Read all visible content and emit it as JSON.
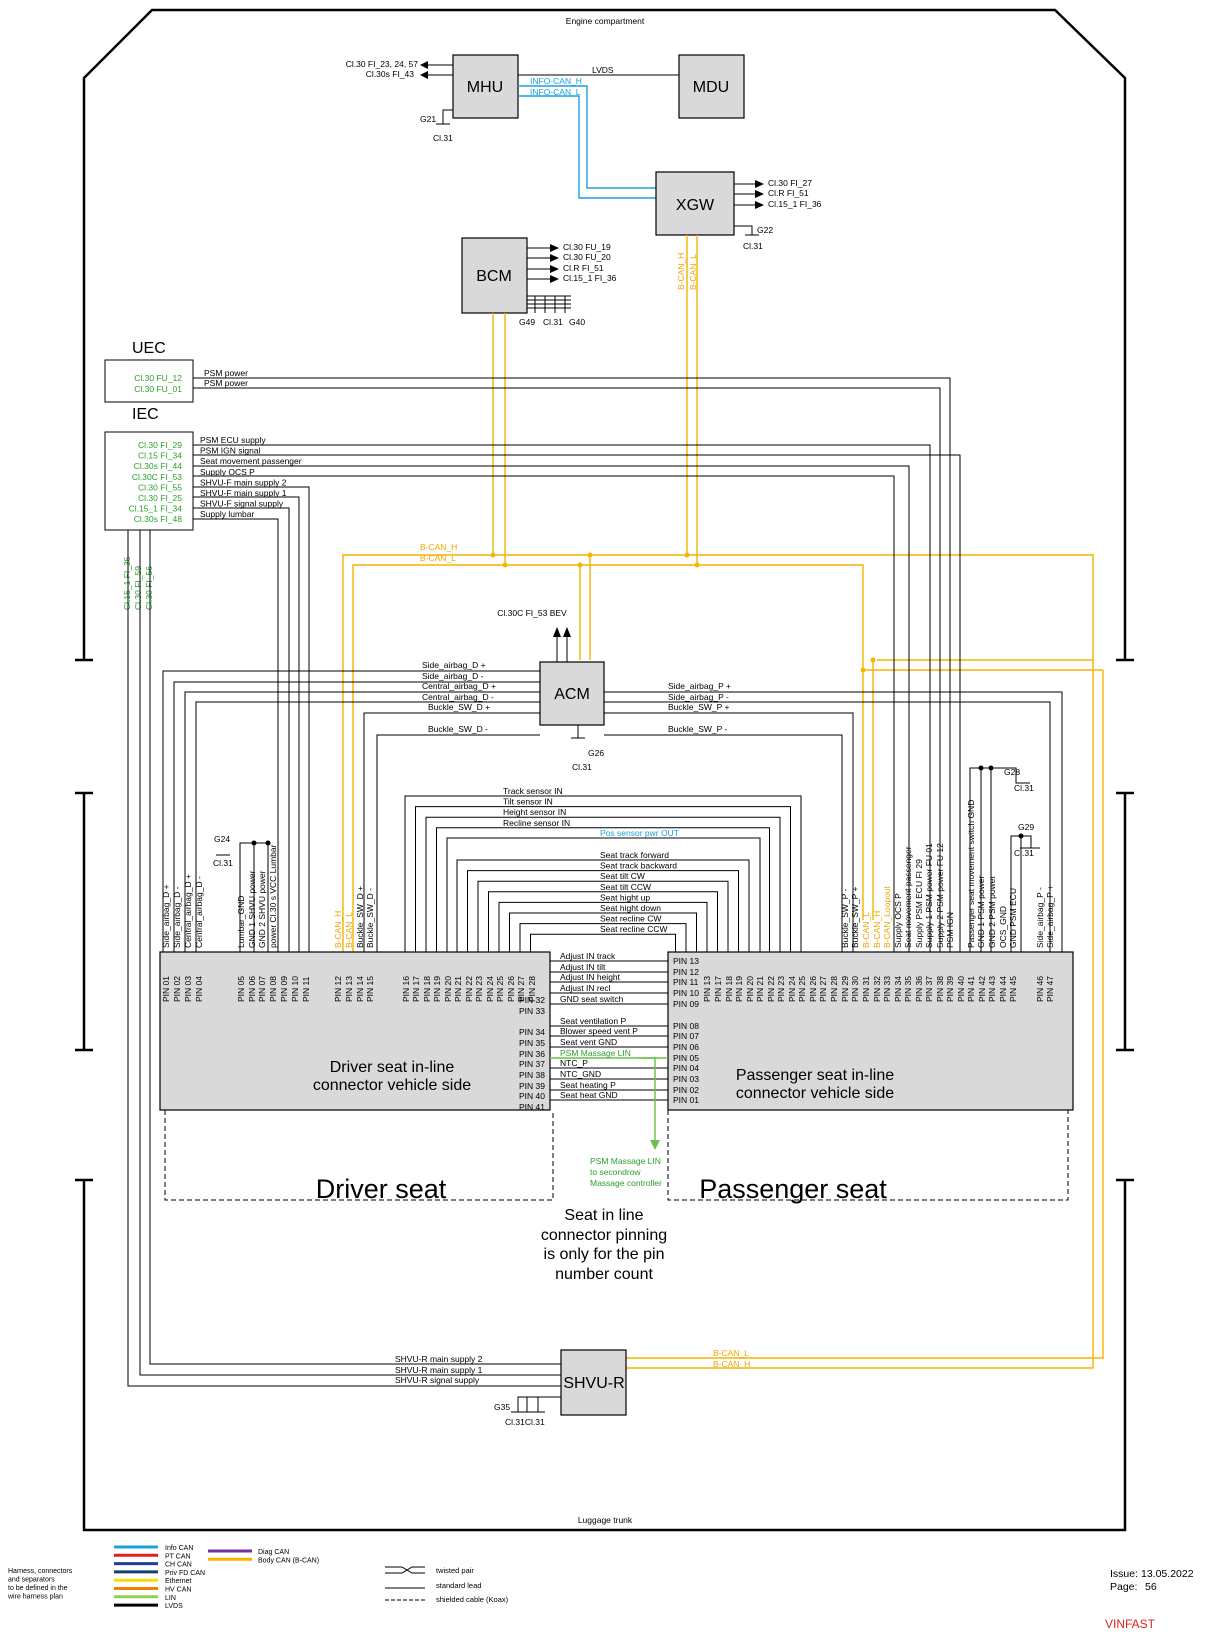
{
  "frame": {
    "top_label": "Engine compartment",
    "bottom_label": "Luggage trunk"
  },
  "modules": {
    "mhu": "MHU",
    "mdu": "MDU",
    "xgw": "XGW",
    "bcm": "BCM",
    "acm": "ACM",
    "shvur": "SHVU-R",
    "uec": "UEC",
    "iec": "IEC"
  },
  "mhu": {
    "supply1": "Cl.30 FI_23, 24, 57",
    "supply2": "Cl.30s FI_43",
    "ground": "G21",
    "ground_label": "Cl.31",
    "lvds": "LVDS",
    "can_h": "INFO-CAN_H",
    "can_l": "INFO-CAN_L"
  },
  "xgw": {
    "supplies": [
      "Cl.30 FI_27",
      "Cl.R FI_51",
      "Cl.15_1 FI_36"
    ],
    "ground": "G22",
    "ground_label": "Cl.31",
    "bcan_h": "B-CAN_H",
    "bcan_l": "B-CAN_L"
  },
  "bcm": {
    "supplies": [
      "Cl.30 FU_19",
      "Cl.30 FU_20",
      "Cl.R FI_51",
      "Cl.15_1 FI_36"
    ],
    "ground1": "G49",
    "ground_label": "Cl.31",
    "ground2": "G40"
  },
  "uec": {
    "fuses": [
      "Cl.30 FU_12",
      "Cl.30 FU_01"
    ],
    "signals": [
      "PSM power",
      "PSM power"
    ]
  },
  "iec": {
    "fuses": [
      "Cl.30 FI_29",
      "Cl.15 FI_34",
      "Cl.30s FI_44",
      "Cl.30C FI_53",
      "Cl.30 FI_55",
      "Cl.30 FI_25",
      "Cl.15_1 FI_34",
      "Cl.30s FI_48"
    ],
    "signals": [
      "PSM ECU supply",
      "PSM IGN signal",
      "Seat movement passenger",
      "Supply OCS P",
      "SHVU-F main supply 2",
      "SHVU-F main supply 1",
      "SHVU-F signal supply",
      "Supply lumbar"
    ],
    "vertical": [
      "Cl.15_1 FI_35",
      "Cl.30 FI_59",
      "Cl.30 FI_56"
    ]
  },
  "bus": {
    "bcan_h": "B-CAN_H",
    "bcan_l": "B-CAN_L"
  },
  "acm": {
    "supply": "Cl.30C FI_53 BEV",
    "ground": "G26",
    "ground_label": "Cl.31",
    "left": [
      "Side_airbag_D +",
      "Side_airbag_D -",
      "Central_airbag_D +",
      "Central_airbag_D -",
      "Buckle_SW_D +"
    ],
    "left_low": "Buckle_SW_D -",
    "right": [
      "Side_airbag_P +",
      "Side_airbag_P -",
      "Buckle_SW_P +"
    ],
    "right_low": "Buckle_SW_P -"
  },
  "g24": {
    "name": "G24",
    "label": "Cl.31"
  },
  "g28": {
    "name": "G28",
    "label": "Cl.31"
  },
  "g29": {
    "name": "G29",
    "label": "Cl.31"
  },
  "horizontal_signals": {
    "sensors": [
      "Track sensor IN",
      "Tilt sensor IN",
      "Height sensor IN",
      "Recline sensor IN"
    ],
    "pos": "Pos sensor pwr OUT",
    "seat": [
      "Seat track forward",
      "Seat track backward",
      "Seat tilt CW",
      "Seat tilt CCW",
      "Seat hight up",
      "Seat hight down",
      "Seat recline CW",
      "Seat recline CCW"
    ]
  },
  "driver_connector": {
    "title_line1": "Driver seat in-line",
    "title_line2": "connector vehicle side",
    "top_pins": [
      "PIN 01",
      "PIN 02",
      "PIN 03",
      "PIN 04",
      "PIN 05",
      "PIN 06",
      "PIN 07",
      "PIN 08",
      "PIN 09",
      "PIN 10",
      "PIN 11",
      "PIN 12",
      "PIN 13",
      "PIN 14",
      "PIN 15",
      "PIN 16",
      "PIN 17",
      "PIN 18",
      "PIN 19",
      "PIN 20",
      "PIN 21",
      "PIN 22",
      "PIN 23",
      "PIN 24",
      "PIN 25",
      "PIN 26",
      "PIN 27",
      "PIN 28"
    ],
    "wire_labels": [
      "Side_airbag_D +",
      "Side_airbag_D -",
      "Central_airbag_D +",
      "Central_airbag_D -",
      "Lumbar_GND",
      "GND 1 SHVU power",
      "GND 2 SHVU power",
      "power Cl.30 s VCC Lumbar",
      "B-CAN_H",
      "B-CAN_L",
      "Buckle_SW_D +",
      "Buckle_SW_D -"
    ],
    "right_pins": [
      "PIN 32",
      "PIN 33",
      "PIN 34",
      "PIN 35",
      "PIN 36",
      "PIN 37",
      "PIN 38",
      "PIN 39",
      "PIN 40",
      "PIN 41"
    ]
  },
  "passenger_connector": {
    "title_line1": "Passenger seat in-line",
    "title_line2": "connector vehicle side",
    "top_pins": [
      "PIN 13",
      "PIN 17",
      "PIN 18",
      "PIN 19",
      "PIN 20",
      "PIN 21",
      "PIN 22",
      "PIN 23",
      "PIN 24",
      "PIN 25",
      "PIN 26",
      "PIN 27",
      "PIN 28",
      "PIN 29",
      "PIN 30",
      "PIN 31",
      "PIN 32",
      "PIN 33",
      "PIN 34",
      "PIN 35",
      "PIN 36",
      "PIN 37",
      "PIN 38",
      "PIN 39",
      "PIN 40",
      "PIN 41",
      "PIN 42",
      "PIN 43",
      "PIN 44",
      "PIN 45",
      "PIN 46",
      "PIN 47"
    ],
    "wire_labels": [
      "Buckle_SW_P -",
      "Buckle_SW_P +",
      "B-CAN_L",
      "B-CAN_H",
      "B-CAN_Loopout",
      "Supply OCS P",
      "Seat movement passenger",
      "Supply PSM ECU FI 29",
      "Supply 1 PSM power FU 01",
      "Supply 2 PSM power FU 12",
      "PSM IGN",
      "Passenger seat movement switch GND",
      "GND 1 PSM power",
      "GND 2 PSM power",
      "OCS_GND",
      "GND PSM ECU",
      "Side_airbag_P -",
      "Side_airbag_P +"
    ],
    "left_pins": [
      "PIN 13",
      "PIN 12",
      "PIN 11",
      "PIN 10",
      "PIN 09",
      "PIN 08",
      "PIN 07",
      "PIN 06",
      "PIN 05",
      "PIN 04",
      "PIN 03",
      "PIN 02",
      "PIN 01"
    ]
  },
  "middle_signals": [
    "Adjust IN track",
    "Adjust IN tilt",
    "Adjust IN height",
    "Adjust IN recl",
    "GND seat switch",
    "Seat ventilation P",
    "Blower speed vent P",
    "Seat vent GND",
    "PSM Massage LIN",
    "NTC_P",
    "NTC_GND",
    "Seat heating P",
    "Seat heat GND"
  ],
  "massage_note": [
    "PSM Massage LIN",
    "to secondrow",
    "Massage controller"
  ],
  "seats": {
    "driver": "Driver seat",
    "passenger": "Passenger seat"
  },
  "pinning_note": [
    "Seat in line",
    "connector pinning",
    "is only for the pin",
    "number count"
  ],
  "shvur": {
    "signals": [
      "SHVU-R main supply 2",
      "SHVU-R main supply 1",
      "SHVU-R signal supply"
    ],
    "bcan_l": "B-CAN_L",
    "bcan_h": "B-CAN_H",
    "ground": "G35",
    "ground_label": "Cl.31Cl.31"
  },
  "legend": {
    "left_note": [
      "Harness, connectors",
      "and separators",
      "to be defined in the",
      "wire harness plan"
    ],
    "items": [
      {
        "label": "Info CAN",
        "color": "#1aa0dc"
      },
      {
        "label": "PT CAN",
        "color": "#e02020"
      },
      {
        "label": "CH CAN",
        "color": "#1a3fa0"
      },
      {
        "label": "Priv FD CAN",
        "color": "#104070"
      },
      {
        "label": "Ethernet",
        "color": "#f0e000"
      },
      {
        "label": "HV CAN",
        "color": "#f08000"
      },
      {
        "label": "LIN",
        "color": "#8fd050"
      },
      {
        "label": "LVDS",
        "color": "#000000"
      }
    ],
    "items2": [
      {
        "label": "Diag CAN",
        "color": "#7030a0"
      },
      {
        "label": "Body CAN (B-CAN)",
        "color": "#f5b400"
      }
    ],
    "lines": [
      "twisted pair",
      "standard lead",
      "shielded cable (Koax)"
    ]
  },
  "issue": {
    "issue_label": "Issue:",
    "issue_date": "13.05.2022",
    "page_label": "Page:",
    "page_num": "56",
    "brand": "VINFAST"
  }
}
